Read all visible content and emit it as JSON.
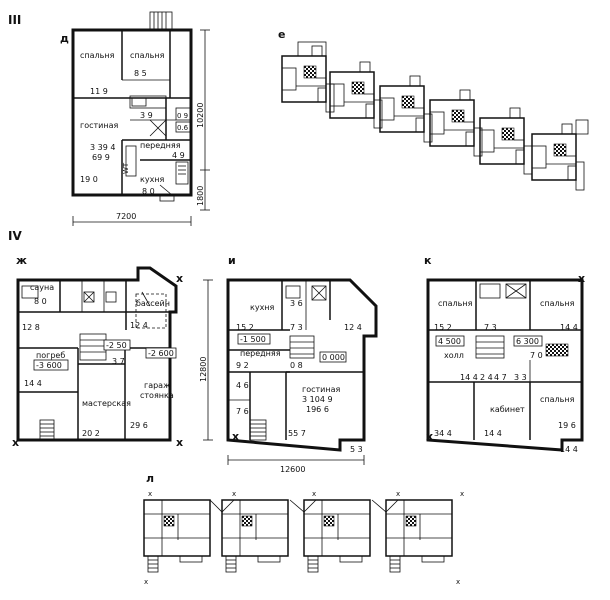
{
  "sections": {
    "III": "III",
    "IV": "IV"
  },
  "panels": {
    "d": {
      "letter": "д",
      "rooms": {
        "bed1": "спальня",
        "bed2": "спальня",
        "bed2_area": "8 5",
        "bed1_area": "11 9",
        "bath_area": "3 9",
        "area_09": "0 9",
        "area_06": "0.6",
        "living": "гостиная",
        "hall": "передняя",
        "hall_area": "4 9",
        "living_a": "3 39 4",
        "living_b": "69 9",
        "wt": "WT",
        "living_area": "19 0",
        "kitchen": "кухня",
        "kitchen_area": "8 0"
      },
      "dims": {
        "height": "10200",
        "bottom": "1800",
        "width": "7200"
      }
    },
    "e": {
      "letter": "е"
    },
    "zh": {
      "letter": "ж",
      "rooms": {
        "sauna": "сауна",
        "sauna_area": "8 0",
        "pool": "бассейн",
        "area_128": "12 8",
        "area_124": "12 4",
        "cellar": "погреб",
        "cellar_level": "-3 600",
        "level_a": "-2 50",
        "level_b": "3 7",
        "level_c": "-2 600",
        "area_144": "14 4",
        "garage_a": "гараж",
        "garage_b": "стоянка",
        "workshop": "мастерская",
        "area_202": "20 2",
        "area_296": "29 6"
      }
    },
    "i": {
      "letter": "и",
      "rooms": {
        "kitchen": "кухня",
        "area_36": "3 6",
        "area_152": "15 2",
        "area_73": "7 3",
        "area_124": "12 4",
        "level_a": "-1 500",
        "hall": "передняя",
        "level_b": "0 000",
        "area_92": "9 2",
        "area_68": "0 8",
        "area_46": "4 6",
        "living": "гостиная",
        "living_a": "3 104 9",
        "living_b": "196 6",
        "area_76": "7 6",
        "area_557": "55 7",
        "area_53": "5 3"
      },
      "dims": {
        "height": "12800",
        "width": "12600"
      }
    },
    "k": {
      "letter": "к",
      "rooms": {
        "bed1": "спальня",
        "bed2": "спальня",
        "area_152": "15 2",
        "area_73": "7 3",
        "area_141": "14 4",
        "level_a": "4 500",
        "hall": "холл",
        "level_b": "6 300",
        "area_70": "7 0",
        "area_144a": "14 4",
        "area_24": "2 4",
        "area_47": "4 7",
        "area_33": "3 3",
        "study": "кабинет",
        "bed3": "спальня",
        "area_344": "34 4",
        "area_144b": "14 4",
        "area_196": "19 6",
        "area_144c": "14 4"
      }
    },
    "l": {
      "letter": "л"
    }
  },
  "icons": {
    "north": "x-mark-icon",
    "door": "door-swing-icon",
    "stairs": "stair-icon"
  }
}
